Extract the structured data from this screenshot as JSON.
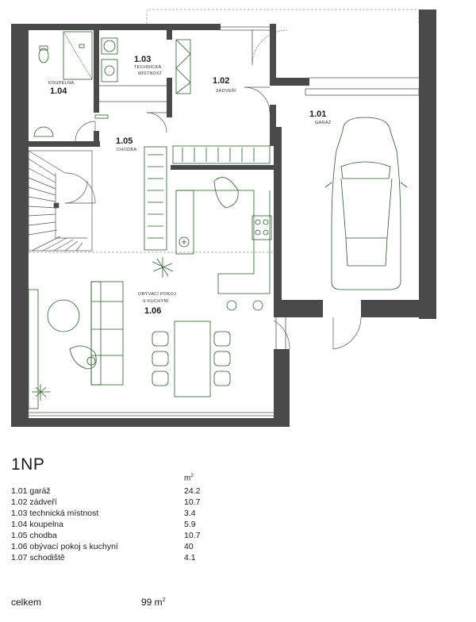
{
  "rooms": [
    {
      "num": "1.01",
      "name": "GARÁŽ"
    },
    {
      "num": "1.02",
      "name": "ZÁDVEŘÍ"
    },
    {
      "num": "1.03",
      "name": "TECHNICKÁ",
      "name2": "MÍSTNOST"
    },
    {
      "num": "1.04",
      "name": "KOUPELNA"
    },
    {
      "num": "1.05",
      "name": "CHODBA"
    },
    {
      "num": "1.06",
      "name": "OBÝVACÍ POKOJ",
      "name2": "S KUCHYNÍ"
    }
  ],
  "legend": {
    "title": "1NP",
    "unit": "m",
    "unit_sup": "2",
    "rows": [
      {
        "label": "1.01 garáž",
        "value": "24.2"
      },
      {
        "label": "1.02 zádveří",
        "value": "10.7"
      },
      {
        "label": "1.03 technická místnost",
        "value": "3.4"
      },
      {
        "label": "1.04 koupelna",
        "value": "5.9"
      },
      {
        "label": "1.05 chodba",
        "value": "10.7"
      },
      {
        "label": "1.06 obývací pokoj s kuchyní",
        "value": "40"
      },
      {
        "label": "1.07 schodiště",
        "value": "4.1"
      }
    ],
    "total_label": "celkem",
    "total_value": "99 m",
    "total_sup": "2"
  },
  "colors": {
    "wall": "#4a4a4a",
    "furniture": "#2d5a2d",
    "line": "#555555"
  }
}
